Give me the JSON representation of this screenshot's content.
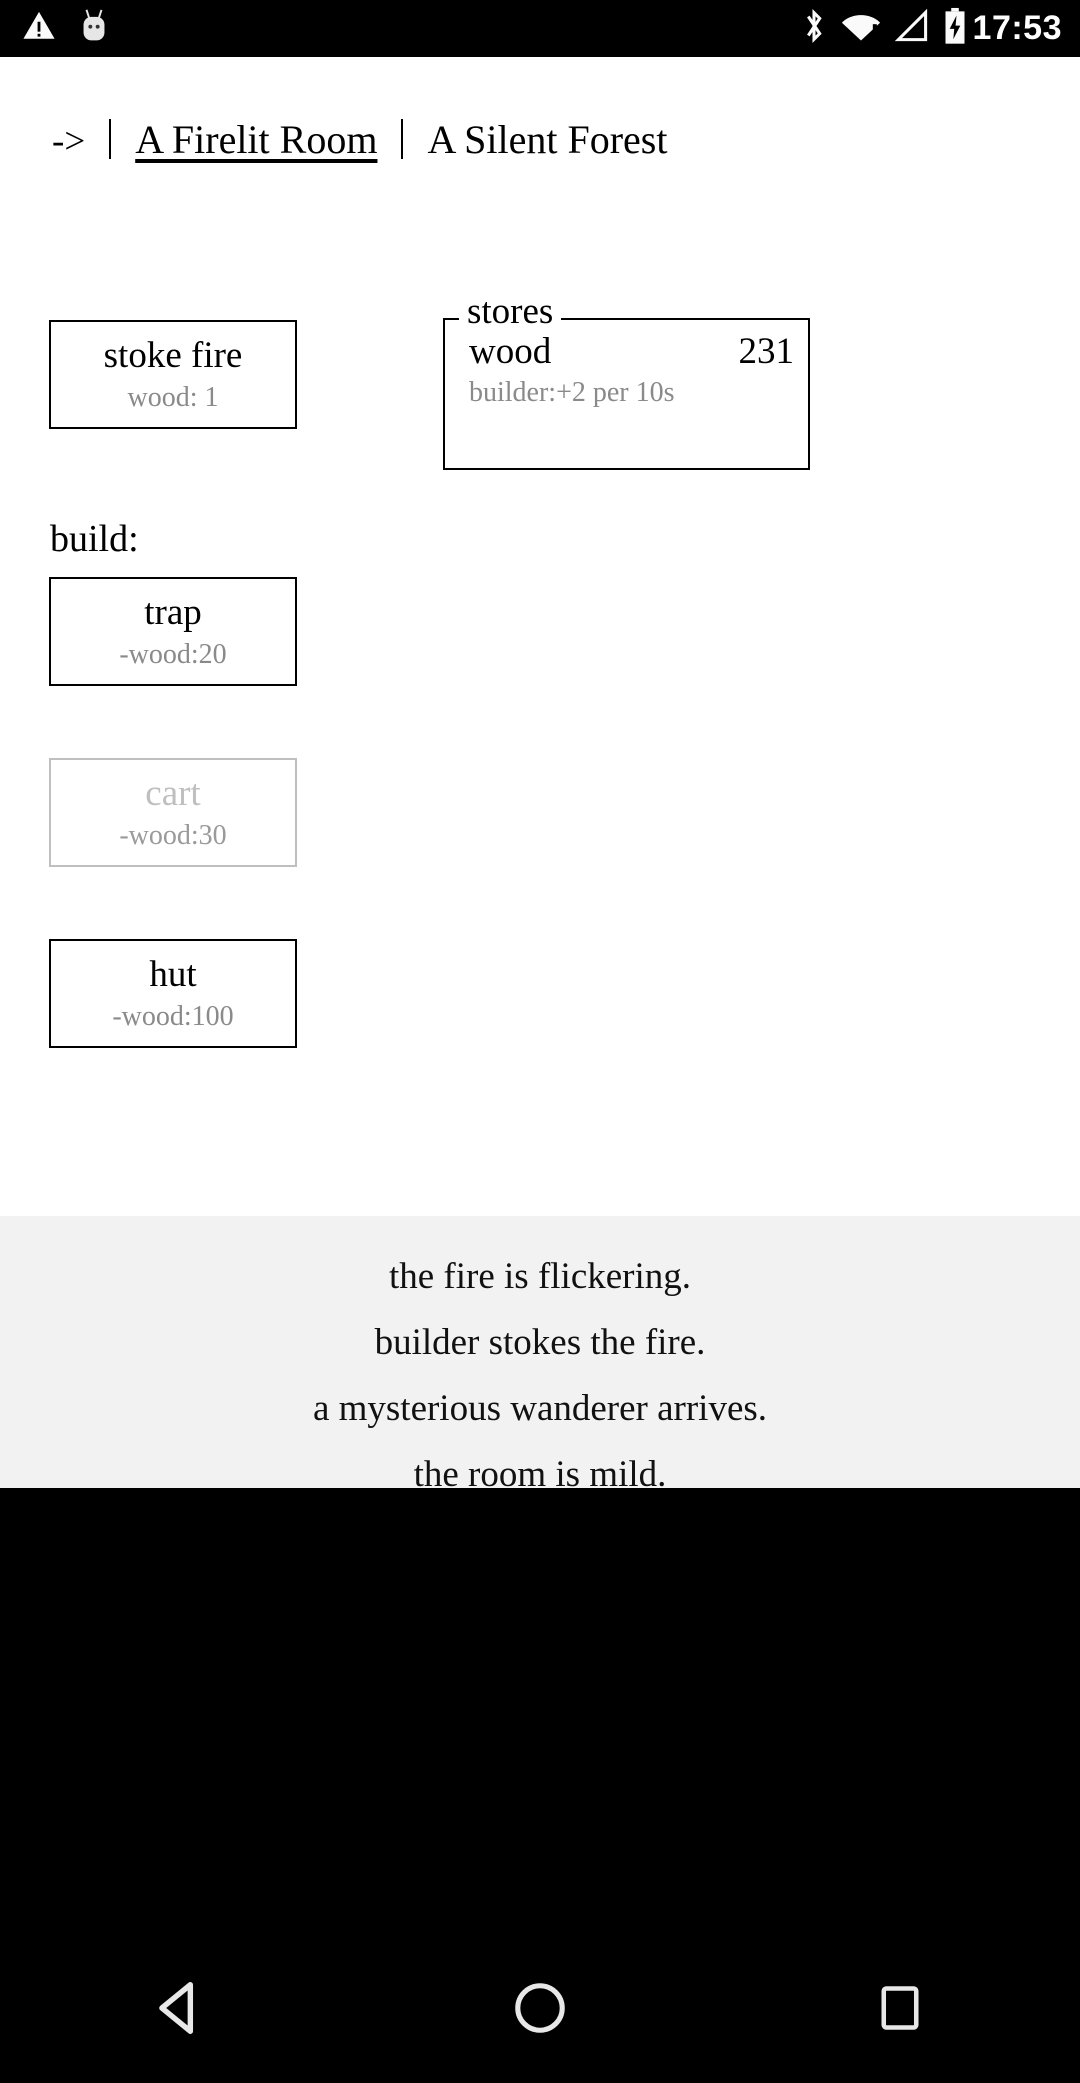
{
  "statusbar": {
    "time": "17:53",
    "icons": {
      "warning": "warning-triangle-icon",
      "android": "android-bugdroid-icon",
      "bluetooth": "bluetooth-icon",
      "wifi": "wifi-alert-icon",
      "signal": "cell-signal-none-icon",
      "battery": "battery-charging-icon"
    }
  },
  "header": {
    "arrow": "->",
    "tabs": [
      {
        "label": "A Firelit Room",
        "active": true
      },
      {
        "label": "A Silent Forest",
        "active": false
      }
    ]
  },
  "room": {
    "stoke": {
      "title": "stoke fire",
      "cost": "wood: 1",
      "enabled": true
    },
    "build_label": "build:",
    "buildables": [
      {
        "title": "trap",
        "cost": "-wood:20",
        "enabled": true
      },
      {
        "title": "cart",
        "cost": "-wood:30",
        "enabled": false
      },
      {
        "title": "hut",
        "cost": "-wood:100",
        "enabled": true
      }
    ]
  },
  "stores": {
    "legend": "stores",
    "rows": [
      {
        "name": "wood",
        "value": "231",
        "income": "builder:+2 per 10s"
      }
    ]
  },
  "log": {
    "lines": [
      "the fire is flickering.",
      "builder stokes the fire.",
      "a mysterious wanderer arrives.",
      "the room is mild."
    ]
  },
  "navbar": {
    "back": "back-icon",
    "home": "home-icon",
    "recents": "recents-icon"
  },
  "colors": {
    "background": "#ffffff",
    "text": "#000000",
    "muted": "#8a8a8a",
    "disabled": "#bfbfbf",
    "log_bg": "#f2f2f2",
    "system_bg": "#000000"
  }
}
